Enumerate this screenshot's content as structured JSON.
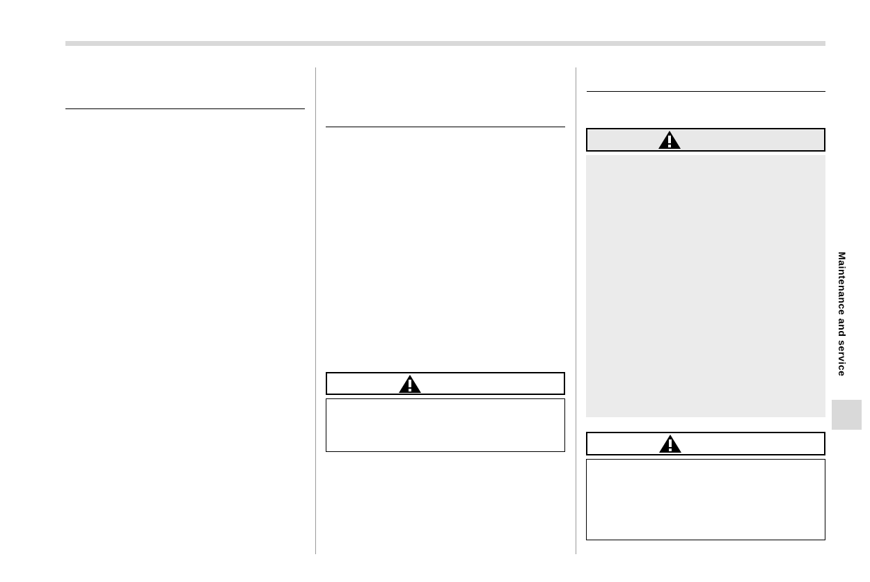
{
  "page": {
    "background": "#ffffff",
    "accent_gray": "#d9d9d9",
    "panel_gray": "#ebebeb"
  },
  "side_tab": {
    "label": "Maintenance and service"
  },
  "warnings": [
    {
      "id": "warning-1",
      "icon": "warning-triangle-icon"
    },
    {
      "id": "warning-2",
      "icon": "warning-triangle-icon"
    },
    {
      "id": "warning-3",
      "icon": "warning-triangle-icon"
    }
  ]
}
